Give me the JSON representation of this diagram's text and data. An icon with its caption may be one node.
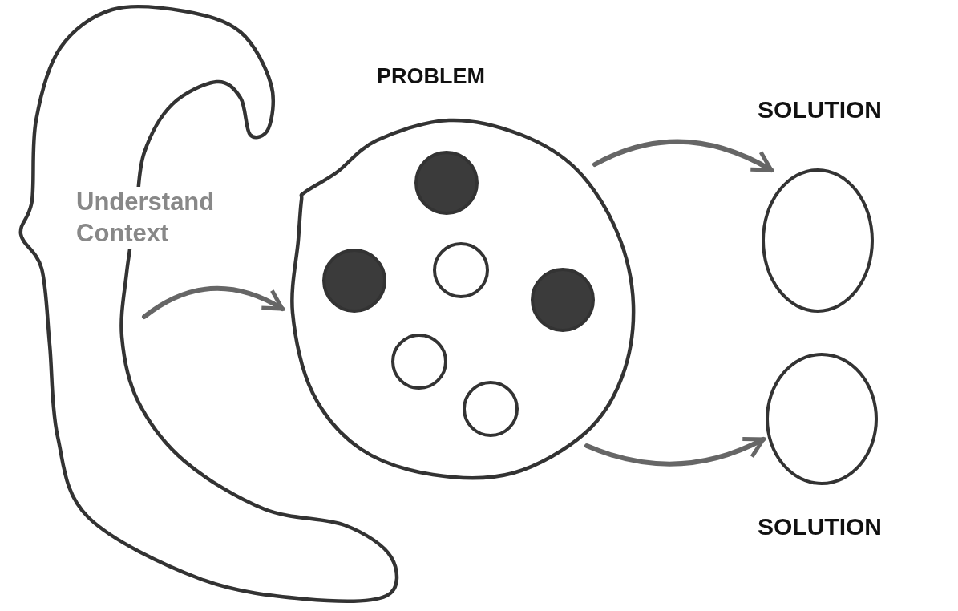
{
  "diagram": {
    "nodes": [
      {
        "text": [
          "Understand Context"
        ]
      },
      {
        "text": [
          "PROBLEM"
        ]
      },
      {
        "text": [],
        "shape": "circle",
        "in": 1
      },
      {
        "text": [],
        "shape": "circle",
        "in": 1
      },
      {
        "text": [],
        "shape": "circle",
        "in": 1
      },
      {
        "text": [],
        "shape": "circle",
        "in": 1
      },
      {
        "text": [],
        "shape": "circle",
        "in": 1
      },
      {
        "text": [],
        "shape": "circle",
        "in": 1
      },
      {
        "text": [
          "SOLUTION"
        ]
      },
      {
        "text": [
          "SOLUTION"
        ]
      }
    ],
    "edges": [
      {
        "from": 0,
        "to": 1,
        "arrow": "to"
      },
      {
        "from": 1,
        "to": 8,
        "arrow": "to"
      },
      {
        "from": 1,
        "to": 9,
        "arrow": "to"
      }
    ]
  }
}
